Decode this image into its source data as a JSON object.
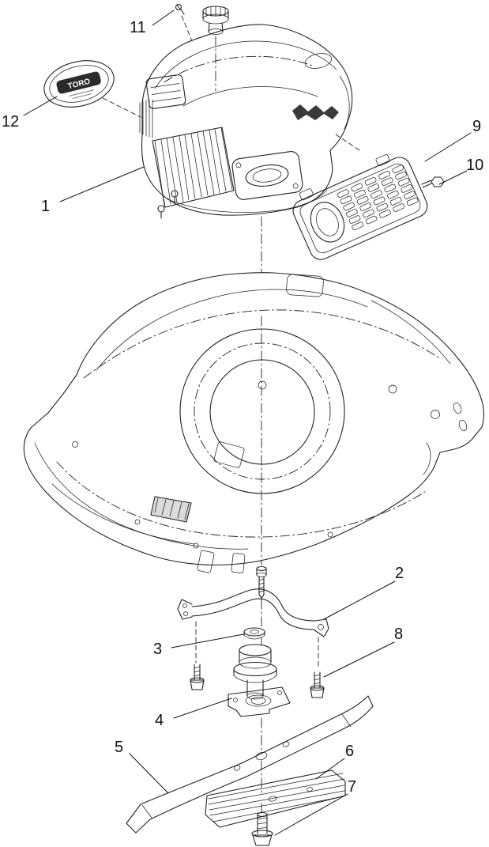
{
  "diagram": {
    "type": "exploded-parts-diagram",
    "emblem_text": "TORO",
    "colors": {
      "line": "#222222",
      "background": "#ffffff",
      "emblem_fill": "#2b2b2b",
      "emblem_text": "#ffffff"
    },
    "callouts": [
      {
        "label": "1"
      },
      {
        "label": "2"
      },
      {
        "label": "3"
      },
      {
        "label": "4"
      },
      {
        "label": "5"
      },
      {
        "label": "6"
      },
      {
        "label": "7"
      },
      {
        "label": "8"
      },
      {
        "label": "9"
      },
      {
        "label": "10"
      },
      {
        "label": "11"
      },
      {
        "label": "12"
      }
    ]
  }
}
